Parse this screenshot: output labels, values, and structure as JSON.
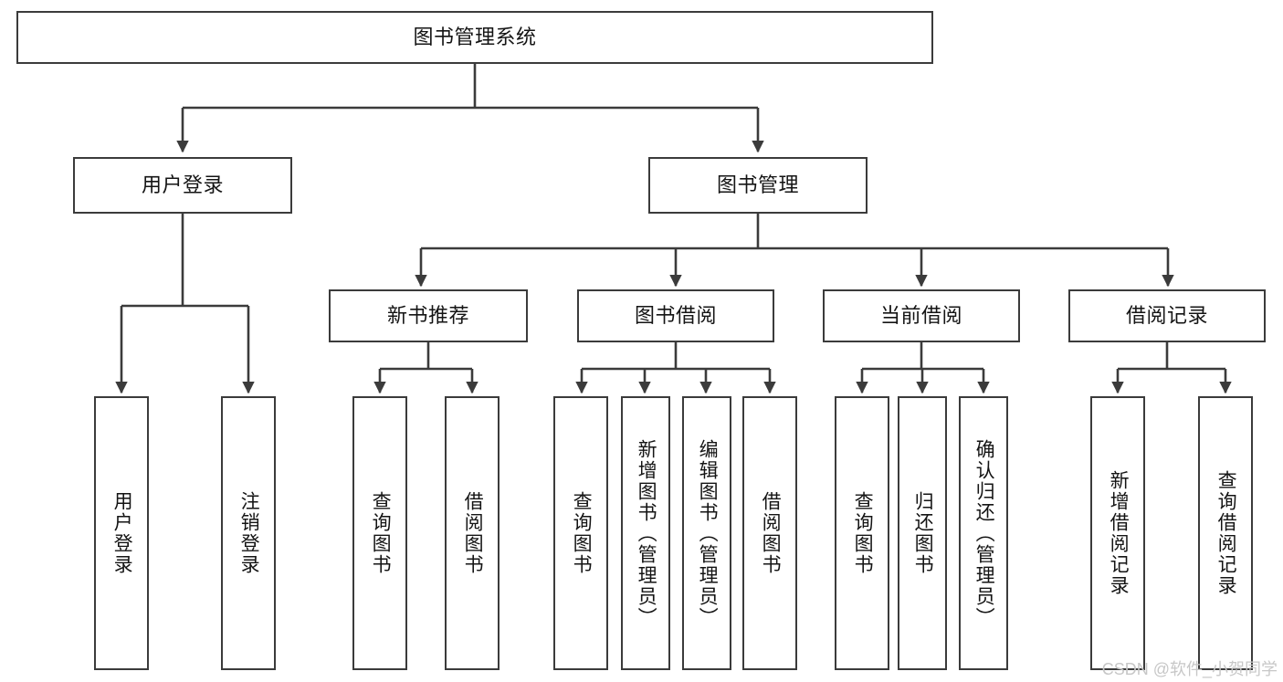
{
  "diagram": {
    "type": "tree",
    "title": "图书管理系统",
    "orientation": "top-down",
    "colors": {
      "stroke": "#3b3b3b",
      "fill": "#ffffff",
      "text": "#141414",
      "watermark": "#c7c7c7"
    },
    "nodes": {
      "root": {
        "label": "图书管理系统"
      },
      "level2": [
        {
          "label": "用户登录"
        },
        {
          "label": "图书管理"
        }
      ],
      "level3": [
        {
          "label": "新书推荐"
        },
        {
          "label": "图书借阅"
        },
        {
          "label": "当前借阅"
        },
        {
          "label": "借阅记录"
        }
      ],
      "leaves": {
        "user_login": [
          {
            "label": "用户登录"
          },
          {
            "label": "注销登录"
          }
        ],
        "new_book_recommend": [
          {
            "label": "查询图书"
          },
          {
            "label": "借阅图书"
          }
        ],
        "book_borrow": [
          {
            "label": "查询图书"
          },
          {
            "label": "新增图书（管理员）"
          },
          {
            "label": "编辑图书（管理员）"
          },
          {
            "label": "借阅图书"
          }
        ],
        "current_borrow": [
          {
            "label": "查询图书"
          },
          {
            "label": "归还图书"
          },
          {
            "label": "确认归还（管理员）"
          }
        ],
        "borrow_record": [
          {
            "label": "新增借阅记录"
          },
          {
            "label": "查询借阅记录"
          }
        ]
      }
    }
  },
  "watermark": {
    "text": "CSDN @软件_小贺同学"
  }
}
